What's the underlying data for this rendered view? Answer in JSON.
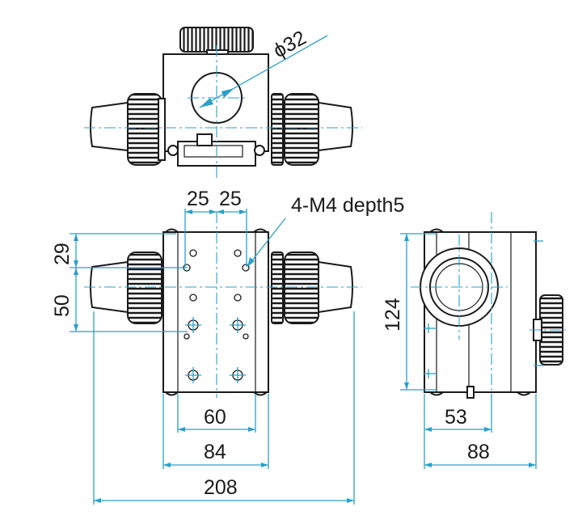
{
  "colors": {
    "dimension_line": "#2aa0c8",
    "outline": "#1a1a1a",
    "background": "#ffffff"
  },
  "dimensions": {
    "bore_diameter": "ϕ32",
    "hole_spacing_left": "25",
    "hole_spacing_right": "25",
    "hole_callout": "4-M4 depth5",
    "top_offset": "29",
    "hole_pitch": "50",
    "base_hole_span": "60",
    "body_width": "84",
    "overall_width": "208",
    "side_height": "124",
    "side_center": "53",
    "side_depth": "88"
  }
}
